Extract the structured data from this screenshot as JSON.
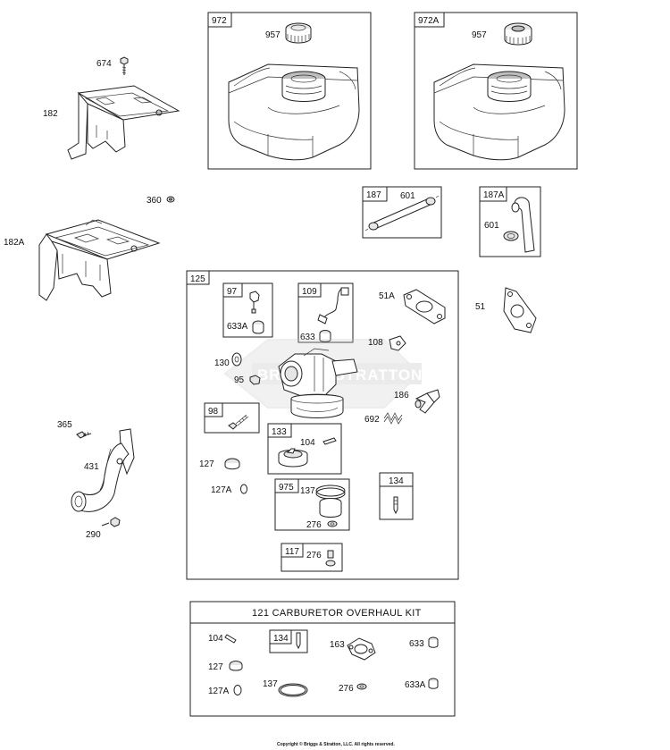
{
  "labels": {
    "l674": "674",
    "l182": "182",
    "l360": "360",
    "l182A": "182A",
    "l365": "365",
    "l431": "431",
    "l290": "290",
    "b972": "972",
    "l957a": "957",
    "b972A": "972A",
    "l957b": "957",
    "b187": "187",
    "l601a": "601",
    "b187A": "187A",
    "l601b": "601",
    "b125": "125",
    "l51": "51",
    "b97": "97",
    "l633A": "633A",
    "b109": "109",
    "l633": "633",
    "l51A": "51A",
    "l108": "108",
    "l130": "130",
    "l95": "95",
    "l186": "186",
    "l692": "692",
    "b98": "98",
    "b133": "133",
    "l104": "104",
    "l127": "127",
    "l127A": "127A",
    "b975": "975",
    "l137": "137",
    "l276a": "276",
    "b134": "134",
    "b117": "117",
    "l276b": "276"
  },
  "kit": {
    "title": "121 CARBURETOR OVERHAUL KIT",
    "l104": "104",
    "b134": "134",
    "l163": "163",
    "l633": "633",
    "l127": "127",
    "l127A": "127A",
    "l137": "137",
    "l276": "276",
    "l633A": "633A"
  },
  "watermark": "BRIGGS&STRATTON",
  "copyright": "Copyright © Briggs & Stratton, LLC. All rights reserved."
}
